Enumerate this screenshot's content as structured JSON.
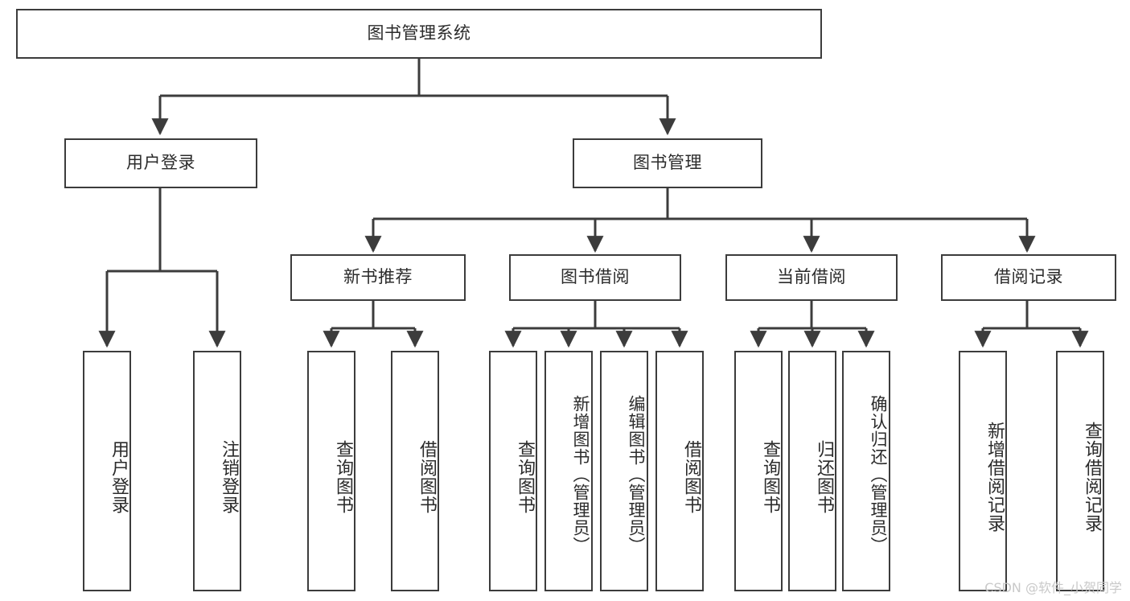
{
  "diagram": {
    "title": "图书管理系统",
    "type": "hierarchy-tree",
    "watermark": "CSDN @软件_小贺同学",
    "colors": {
      "background": "#ffffff",
      "node_border": "#3c3c3c",
      "node_fill": "#ffffff",
      "text": "#2b2b2b",
      "edge": "#3c3c3c",
      "watermark": "#c9c9c9"
    },
    "root": {
      "label": "图书管理系统"
    },
    "level1": [
      {
        "label": "用户登录"
      },
      {
        "label": "图书管理"
      }
    ],
    "level2": [
      {
        "label": "新书推荐"
      },
      {
        "label": "图书借阅"
      },
      {
        "label": "当前借阅"
      },
      {
        "label": "借阅记录"
      }
    ],
    "leaves": {
      "user_login": [
        {
          "label": "用户登录"
        },
        {
          "label": "注销登录"
        }
      ],
      "new_book_recommend": [
        {
          "label": "查询图书"
        },
        {
          "label": "借阅图书"
        }
      ],
      "book_borrow": [
        {
          "label": "查询图书"
        },
        {
          "label": "新增图书（管理员）"
        },
        {
          "label": "编辑图书（管理员）"
        },
        {
          "label": "借阅图书"
        }
      ],
      "current_borrow": [
        {
          "label": "查询图书"
        },
        {
          "label": "归还图书"
        },
        {
          "label": "确认归还（管理员）"
        }
      ],
      "borrow_record": [
        {
          "label": "新增借阅记录"
        },
        {
          "label": "查询借阅记录"
        }
      ]
    }
  }
}
